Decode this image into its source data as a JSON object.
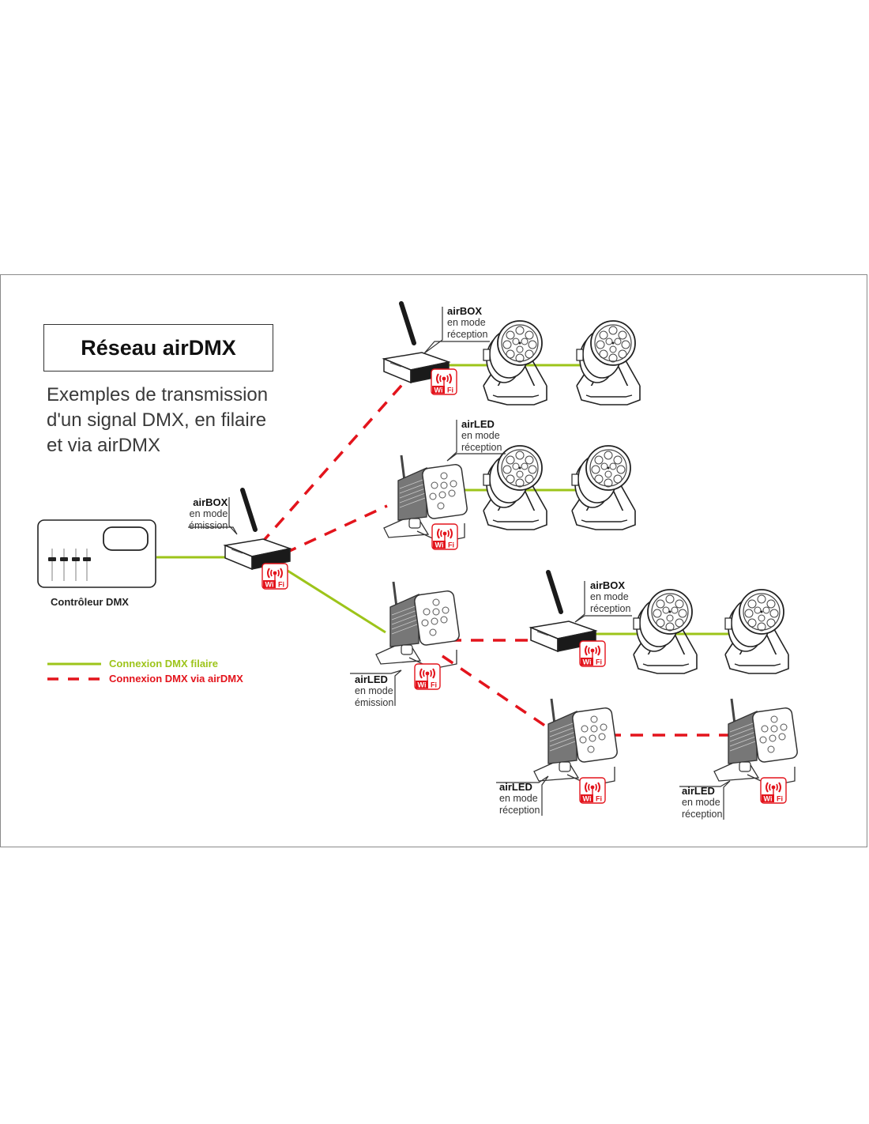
{
  "title": "Réseau airDMX",
  "subtitle": [
    "Exemples de transmission",
    "d'un signal DMX, en filaire",
    "et via airDMX"
  ],
  "colors": {
    "wired": "#9dc41a",
    "wireless": "#e3141c",
    "outline": "#222222",
    "frame": "#8a8a8a"
  },
  "controller": {
    "label": "Contrôleur DMX",
    "icon": "dmx-controller-icon",
    "fader_count": 4
  },
  "devices": [
    {
      "id": "airbox-emission",
      "name": "airBOX",
      "mode_line1": "en mode",
      "mode_line2": "émission",
      "icon": "airbox-icon",
      "wifi": true
    },
    {
      "id": "airbox-reception-top",
      "name": "airBOX",
      "mode_line1": "en mode",
      "mode_line2": "réception",
      "icon": "airbox-icon",
      "wifi": true
    },
    {
      "id": "airled-reception-mid",
      "name": "airLED",
      "mode_line1": "en mode",
      "mode_line2": "réception",
      "icon": "airled-icon",
      "wifi": true
    },
    {
      "id": "airled-emission",
      "name": "airLED",
      "mode_line1": "en mode",
      "mode_line2": "émission",
      "icon": "airled-icon",
      "wifi": true
    },
    {
      "id": "airbox-reception-right",
      "name": "airBOX",
      "mode_line1": "en mode",
      "mode_line2": "réception",
      "icon": "airbox-icon",
      "wifi": true
    },
    {
      "id": "airled-reception-bottom-left",
      "name": "airLED",
      "mode_line1": "en mode",
      "mode_line2": "réception",
      "icon": "airled-icon",
      "wifi": true
    },
    {
      "id": "airled-reception-bottom-right",
      "name": "airLED",
      "mode_line1": "en mode",
      "mode_line2": "réception",
      "icon": "airled-icon",
      "wifi": true
    }
  ],
  "par_projectors": {
    "icon": "par-projector-icon",
    "count": 6
  },
  "wifi_badge": {
    "text_left": "Wi",
    "text_right": "Fi",
    "icon": "wifi-badge-icon"
  },
  "legend": [
    {
      "label": "Connexion DMX filaire",
      "style": "solid",
      "color": "#9dc41a"
    },
    {
      "label": "Connexion DMX via airDMX",
      "style": "dashed",
      "color": "#e3141c"
    }
  ],
  "connections": [
    {
      "from": "controller",
      "to": "airbox-emission",
      "type": "wired"
    },
    {
      "from": "airbox-emission",
      "to": "airbox-reception-top",
      "type": "wireless"
    },
    {
      "from": "airbox-emission",
      "to": "airled-reception-mid",
      "type": "wireless"
    },
    {
      "from": "airbox-emission",
      "to": "airled-emission",
      "type": "wired"
    },
    {
      "from": "airbox-reception-top",
      "to": "par-1",
      "type": "wired"
    },
    {
      "from": "par-1",
      "to": "par-2",
      "type": "wired"
    },
    {
      "from": "airled-reception-mid",
      "to": "par-3",
      "type": "wired"
    },
    {
      "from": "par-3",
      "to": "par-4",
      "type": "wired"
    },
    {
      "from": "airled-emission",
      "to": "airbox-reception-right",
      "type": "wireless"
    },
    {
      "from": "airled-emission",
      "to": "airled-reception-bottom-left",
      "type": "wireless"
    },
    {
      "from": "airbox-reception-right",
      "to": "par-5",
      "type": "wired"
    },
    {
      "from": "par-5",
      "to": "par-6",
      "type": "wired"
    },
    {
      "from": "airled-reception-bottom-left",
      "to": "airled-reception-bottom-right",
      "type": "wireless"
    }
  ]
}
